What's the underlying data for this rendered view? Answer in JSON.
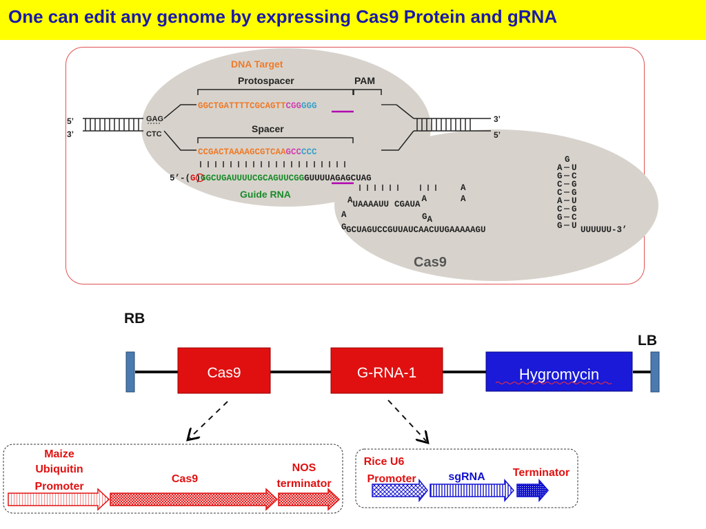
{
  "title": "One can edit any genome by expressing Cas9 Protein and gRNA",
  "figure": {
    "dna_target": "DNA Target",
    "protospacer": "Protospacer",
    "pam": "PAM",
    "spacer": "Spacer",
    "five_prime_left": "5’",
    "three_prime_left": "3’",
    "three_prime_right": "3’",
    "five_prime_right": "5’",
    "gag": "GAG",
    "ctc": "CTC",
    "top_strand_orange": "GGCTGATTTTCGCAGTT",
    "top_strand_pam": "CGG",
    "top_strand_tail": "GGG",
    "bottom_strand_orange": "CCGACTAAAAGCGTCAA",
    "bottom_strand_pink": "GCC",
    "bottom_strand_tail": "CCC",
    "guide_prefix": "5’-(",
    "guide_g": "G",
    "guide_close": ")",
    "guide_green": "GGCUGAUUUUCGCAGUU",
    "guide_cgg": "CGG",
    "guide_tail": "GUUUUAGAGCUAG",
    "guide_rna_label": "Guide RNA",
    "rep_a1": "A",
    "rep_a2": "A",
    "lower_loop": "UAAAAUU",
    "lower_loop_b": "CGAUA",
    "lower_a": "A",
    "lower_a2": "A",
    "lower_ga": "G",
    "lower_ga_a": "A",
    "lower_a3": "A",
    "lower_gg": "G",
    "lower_gg2": "G",
    "linker_seq": "CUAGUCCGUUAUCAACUUGAAAAAGU",
    "tail_seq": "UUUUUU-3’",
    "hairpin_top": "G",
    "hairpin_pairs": [
      [
        "A",
        "U"
      ],
      [
        "G",
        "C"
      ],
      [
        "C",
        "G"
      ],
      [
        "C",
        "G"
      ],
      [
        "A",
        "U"
      ],
      [
        "C",
        "G"
      ],
      [
        "G",
        "C"
      ],
      [
        "G",
        "U"
      ]
    ],
    "cas9_label": "Cas9"
  },
  "construct": {
    "rb": "RB",
    "lb": "LB",
    "cas9_box": "Cas9",
    "grna_box": "G-RNA-1",
    "hyg_box": "Hygromycin",
    "colors": {
      "red_box": "#e01010",
      "blue_box": "#1a1ad8",
      "border_pin": "#4a7ab0"
    }
  },
  "cas9_cassette": {
    "promoter_label_1": "Maize",
    "promoter_label_2": "Ubiquitin",
    "promoter_label_3": "Promoter",
    "gene_label": "Cas9",
    "terminator_label_1": "NOS",
    "terminator_label_2": "terminator"
  },
  "grna_cassette": {
    "promoter_label_1": "Rice U6",
    "promoter_label_2": "Promoter",
    "gene_label": "sgRNA",
    "terminator_label": "Terminator"
  }
}
